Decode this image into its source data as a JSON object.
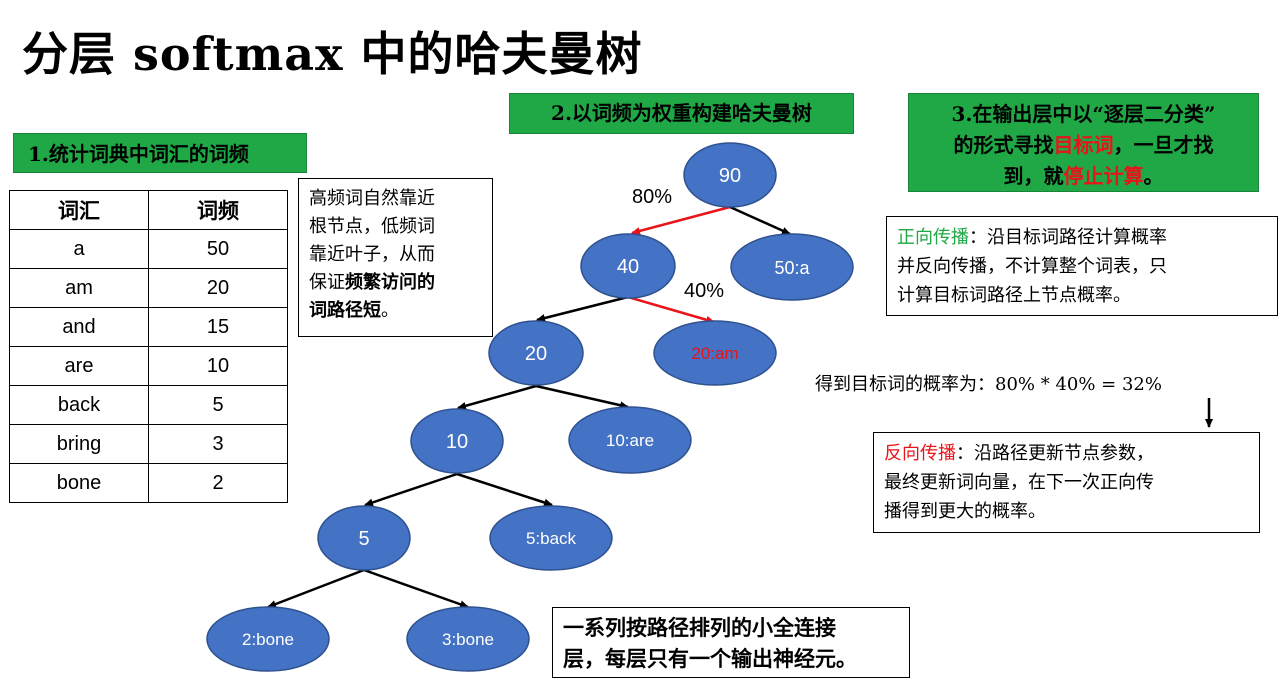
{
  "title": "分层 softmax 中的哈夫曼树",
  "steps": {
    "step1": "1.统计词典中词汇的词频",
    "step2": "2.以词频为权重构建哈夫曼树",
    "step3_a": "3.在输出层中以“逐层二分类”",
    "step3_b1": "的形式寻找",
    "step3_b2": "目标词",
    "step3_b3": "，一旦才找",
    "step3_c1": "到，就",
    "step3_c2": "停止计算",
    "step3_c3": "。"
  },
  "table": {
    "headers": [
      "词汇",
      "词频"
    ],
    "rows": [
      [
        "a",
        "50"
      ],
      [
        "am",
        "20"
      ],
      [
        "and",
        "15"
      ],
      [
        "are",
        "10"
      ],
      [
        "back",
        "5"
      ],
      [
        "bring",
        "3"
      ],
      [
        "bone",
        "2"
      ]
    ]
  },
  "note_freq": {
    "line1": "高频词自然靠近",
    "line2": "根节点，低频词",
    "line3": "靠近叶子，从而",
    "line4a": "保证",
    "line4b": "频繁访问的",
    "line5": "词路径短",
    "line5end": "。"
  },
  "note_forward": {
    "label": "正向传播",
    "text1": "：沿目标词路径计算概率",
    "text2": "并反向传播，不计算整个词表，只",
    "text3": "计算目标词路径上节点概率。"
  },
  "probability": "得到目标词的概率为：80% * 40% = 32%",
  "note_backward": {
    "label": "反向传播",
    "text1": "：沿路径更新节点参数，",
    "text2": "最终更新词向量，在下一次正向传",
    "text3": "播得到更大的概率。"
  },
  "note_layers": {
    "line1": "一系列按路径排列的小全连接",
    "line2": "层，每层只有一个输出神经元。"
  },
  "tree": {
    "nodes": [
      {
        "id": "n90",
        "label": "90"
      },
      {
        "id": "n40",
        "label": "40"
      },
      {
        "id": "n50a",
        "label": "50:a"
      },
      {
        "id": "n20",
        "label": "20"
      },
      {
        "id": "n20am",
        "label": "20:am"
      },
      {
        "id": "n10",
        "label": "10"
      },
      {
        "id": "n10are",
        "label": "10:are"
      },
      {
        "id": "n5",
        "label": "5"
      },
      {
        "id": "n5back",
        "label": "5:back"
      },
      {
        "id": "n2bone",
        "label": "2:bone"
      },
      {
        "id": "n3bone",
        "label": "3:bone"
      }
    ],
    "edge_labels": {
      "p1": "80%",
      "p2": "40%"
    },
    "colors": {
      "node_fill": "#4472c4",
      "highlight": "#e8141a",
      "edge": "#000000",
      "green": "#1fa845"
    }
  }
}
